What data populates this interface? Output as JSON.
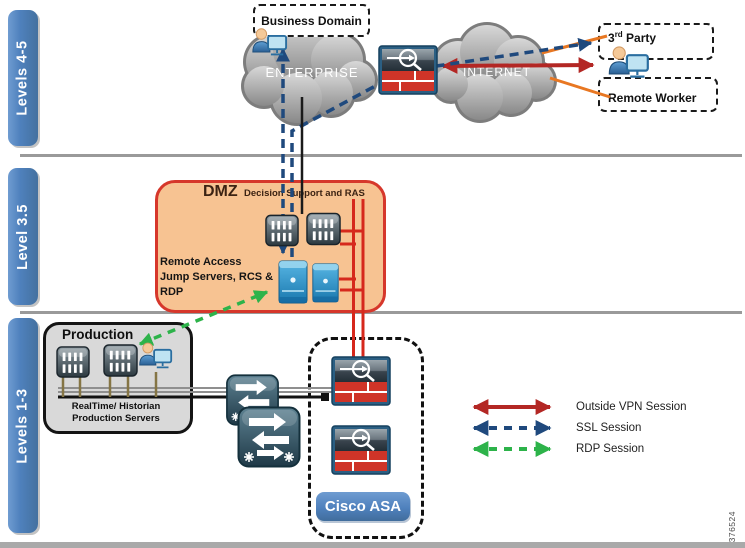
{
  "meta": {
    "figure_id": "376524"
  },
  "levels": {
    "band1": "Levels 4-5",
    "band2": "Level 3.5",
    "band3": "Levels 1-3"
  },
  "enterprise_zone": {
    "business_domain_label": "Business Domain",
    "enterprise_cloud_label": "ENTERPRISE",
    "internet_cloud_label": "INTERNET",
    "third_party_num": "3",
    "third_party_sup": "rd",
    "third_party_rest": " Party",
    "remote_worker_label": "Remote Worker"
  },
  "dmz_zone": {
    "title": "DMZ",
    "subtitle": "Decision Support and RAS",
    "note_line1": "Remote Access",
    "note_line2": "Jump Servers, RCS &",
    "note_line3": "RDP"
  },
  "production_zone": {
    "title": "Production",
    "caption_line1": "RealTime/ Historian",
    "caption_line2": "Production Servers"
  },
  "asa": {
    "label": "Cisco ASA"
  },
  "legend": {
    "items": [
      {
        "label": "Outside VPN Session",
        "color": "#b32724",
        "style": "solid"
      },
      {
        "label": "SSL Session",
        "color": "#1f497d",
        "style": "dashed"
      },
      {
        "label": "RDP Session",
        "color": "#2db34a",
        "style": "dashed"
      }
    ]
  },
  "colors": {
    "level_pill": "#4f81bd",
    "dmz_fill": "#f7c392",
    "dmz_border": "#d6372b",
    "production_fill": "#d9d9d9",
    "outside_vpn": "#b32724",
    "ssl": "#1f497d",
    "rdp": "#2db34a",
    "orange_link": "#e87722",
    "firewall_red": "#cf3428",
    "asa_button": "#4f81bd"
  }
}
